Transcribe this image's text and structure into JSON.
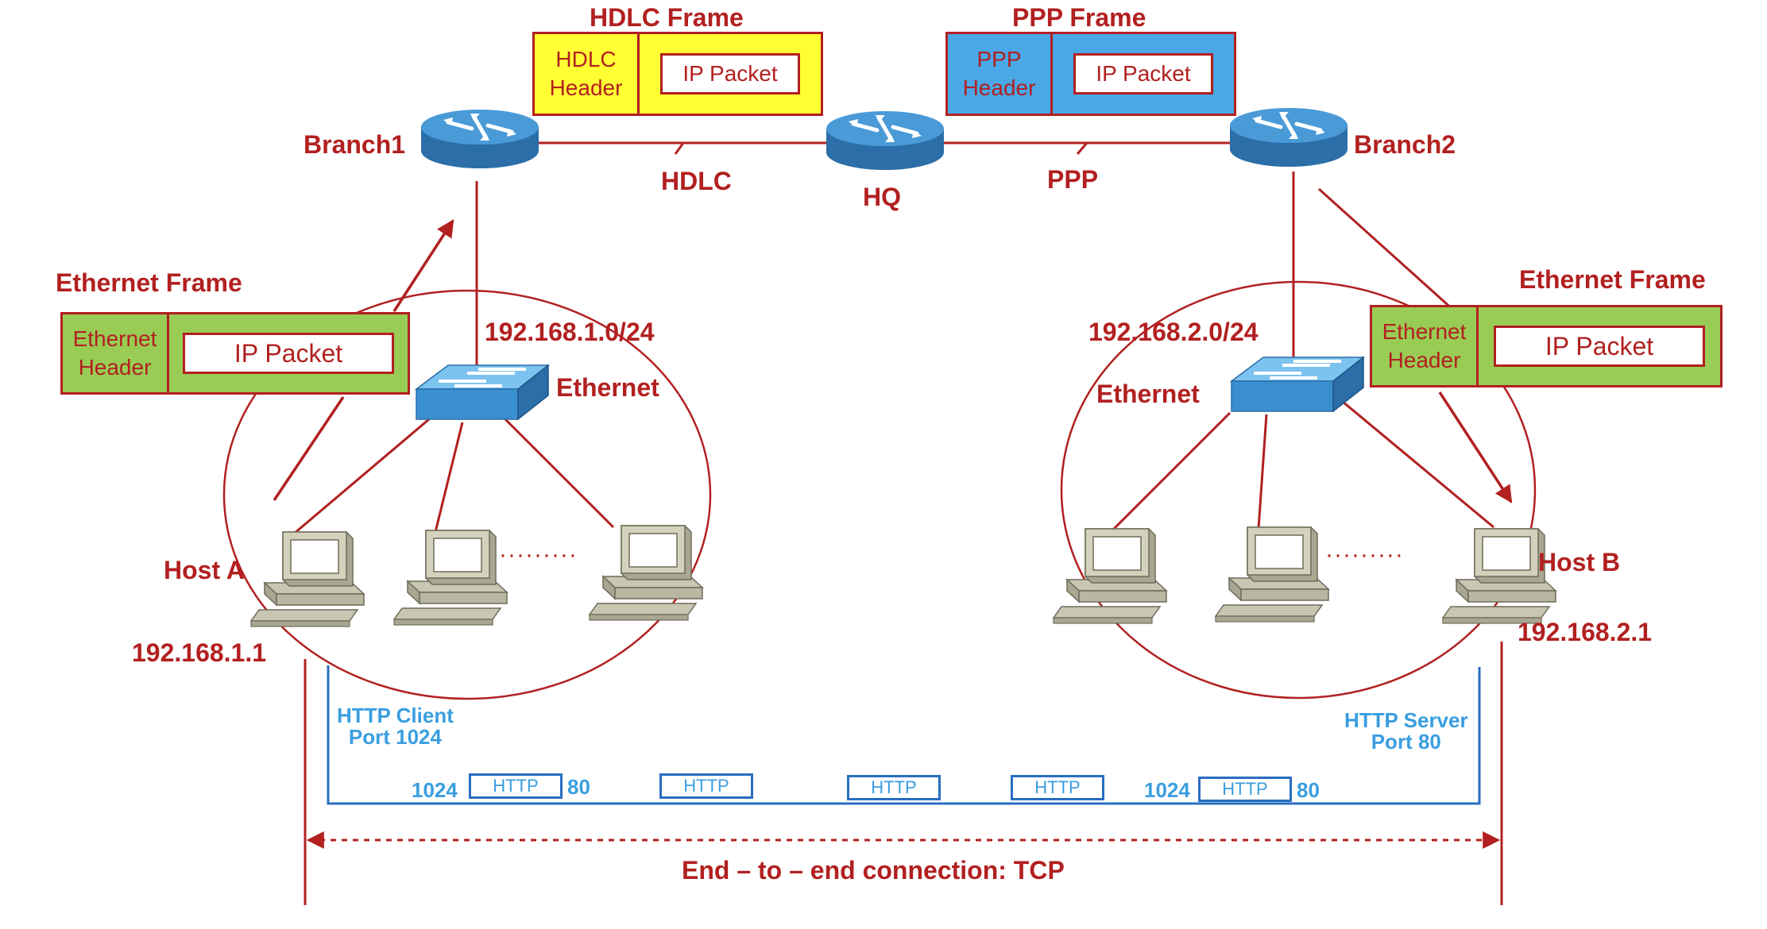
{
  "hdlc_frame": {
    "title": "HDLC Frame",
    "header": "HDLC\nHeader",
    "packet": "IP  Packet"
  },
  "ppp_frame": {
    "title": "PPP Frame",
    "header": "PPP\nHeader",
    "packet": "IP  Packet"
  },
  "eth_frame_left": {
    "title": "Ethernet Frame",
    "header": "Ethernet\nHeader",
    "packet": "IP  Packet"
  },
  "eth_frame_right": {
    "title": "Ethernet Frame",
    "header": "Ethernet\nHeader",
    "packet": "IP  Packet"
  },
  "routers": {
    "branch1": "Branch1",
    "hq": "HQ",
    "branch2": "Branch2"
  },
  "links": {
    "hdlc": "HDLC",
    "ppp": "PPP"
  },
  "networks": {
    "left_subnet": "192.168.1.0/24",
    "right_subnet": "192.168.2.0/24",
    "left_switch": "Ethernet",
    "right_switch": "Ethernet"
  },
  "hosts": {
    "host_a": "Host A",
    "host_a_ip": "192.168.1.1",
    "host_b": "Host B",
    "host_b_ip": "192.168.2.1",
    "left_ellipsis": "·········",
    "right_ellipsis": "·········"
  },
  "http": {
    "client": "HTTP Client\nPort 1024",
    "server": "HTTP Server\nPort 80",
    "segment_label": "HTTP",
    "src_port": "1024",
    "dst_port": "80"
  },
  "connection": "End – to – end connection: TCP",
  "colors": {
    "red": "#b22020",
    "blue_text": "#3a9ee0",
    "blue_line": "#2a6dc0",
    "hdlc_fill": "#ffff33",
    "ppp_fill": "#4aa8e6",
    "eth_fill": "#99cc55",
    "router_blue": "#3b87c4",
    "switch_blue": "#4aa8e6"
  }
}
